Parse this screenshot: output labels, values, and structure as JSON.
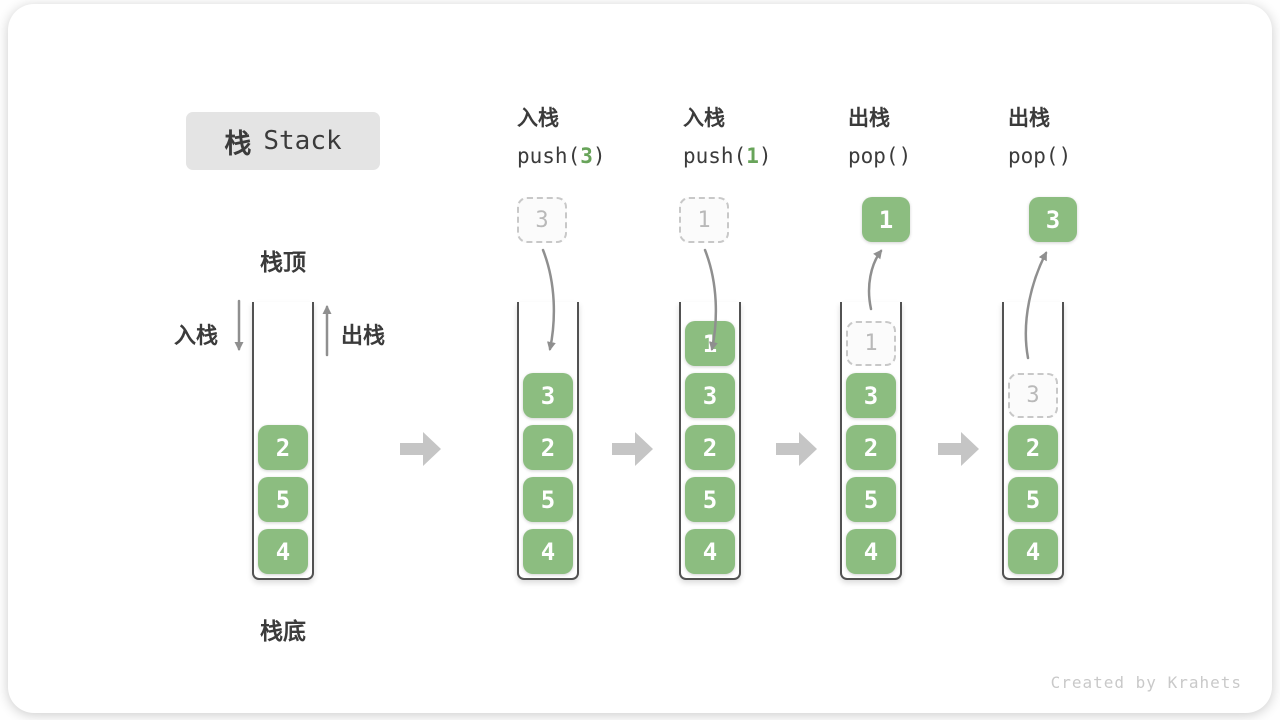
{
  "colors": {
    "green_box": "#8cbd80",
    "code_arg_green": "#68a45a",
    "box_text": "#ffffff",
    "ghost_border": "#c8c8c8",
    "ghost_text": "#b9b9b9",
    "ghost_bg": "#fbfbfb",
    "container_border": "#525252",
    "arrow_gray": "#8f8f8f",
    "big_arrow": "#c5c5c5",
    "title_bg": "#e4e4e4",
    "text_dark": "#3b3b3b",
    "watermark": "#c9c9c9"
  },
  "title": {
    "zh": "栈",
    "en": "Stack"
  },
  "labels": {
    "stack_top": "栈顶",
    "stack_bottom": "栈底",
    "push_side": "入栈",
    "pop_side": "出栈"
  },
  "watermark": "Created by Krahets",
  "columns": [
    {
      "name": "initial-stack",
      "boxes": [
        "2",
        "5",
        "4"
      ]
    },
    {
      "name": "push-3",
      "op_zh": "入栈",
      "code_pre": "push(",
      "code_arg": "3",
      "code_post": ")",
      "incoming": "3",
      "boxes": [
        "3",
        "2",
        "5",
        "4"
      ]
    },
    {
      "name": "push-1",
      "op_zh": "入栈",
      "code_pre": "push(",
      "code_arg": "1",
      "code_post": ")",
      "incoming": "1",
      "boxes": [
        "1",
        "3",
        "2",
        "5",
        "4"
      ]
    },
    {
      "name": "pop-1",
      "op_zh": "出栈",
      "code": "pop()",
      "popped": "1",
      "ghost": "1",
      "boxes": [
        "3",
        "2",
        "5",
        "4"
      ]
    },
    {
      "name": "pop-3",
      "op_zh": "出栈",
      "code": "pop()",
      "popped": "3",
      "ghost": "3",
      "boxes": [
        "2",
        "5",
        "4"
      ]
    }
  ]
}
